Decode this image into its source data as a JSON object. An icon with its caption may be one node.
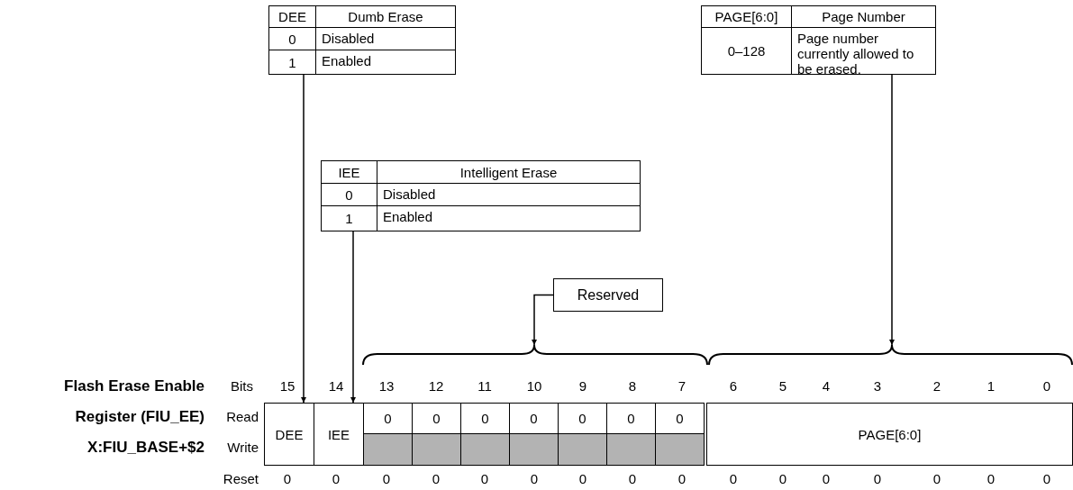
{
  "diagram": {
    "nodes": [
      {
        "text": [
          "DEE",
          "Dumb Erase",
          "0",
          "Disabled",
          "1",
          "Enabled"
        ]
      },
      {
        "text": [
          "PAGE[6:0]",
          "Page Number",
          "0–128",
          "Page number currently allowed to be erased."
        ]
      },
      {
        "text": [
          "IEE",
          "Intelligent Erase",
          "0",
          "Disabled",
          "1",
          "Enabled"
        ]
      },
      {
        "text": [
          "Reserved"
        ]
      },
      {
        "text": [],
        "shape": "brace"
      },
      {
        "text": [],
        "shape": "brace"
      },
      {
        "text": [
          "DEE"
        ]
      },
      {
        "text": [
          "IEE"
        ]
      },
      {
        "text": [
          "PAGE[6:0]"
        ]
      }
    ],
    "edges": [
      {
        "from": 0,
        "to": 6,
        "arrow": "to"
      },
      {
        "from": 1,
        "to": 5,
        "arrow": "to"
      },
      {
        "from": 2,
        "to": 7,
        "arrow": "to"
      },
      {
        "from": 3,
        "to": 4,
        "arrow": "to"
      }
    ],
    "labels": [
      "Flash Erase Enable",
      "Bits",
      "15",
      "14",
      "13",
      "12",
      "11",
      "10",
      "9",
      "8",
      "7",
      "6",
      "5",
      "4",
      "3",
      "2",
      "1",
      "0",
      "Register (FIU_EE)",
      "Read",
      "0",
      "0",
      "0",
      "0",
      "0",
      "0",
      "0",
      "X:FIU_BASE+$2",
      "Write",
      "Reset",
      "0",
      "0",
      "0",
      "0",
      "0",
      "0",
      "0",
      "0",
      "0",
      "0",
      "0",
      "0",
      "0",
      "0",
      "0",
      "0"
    ]
  }
}
